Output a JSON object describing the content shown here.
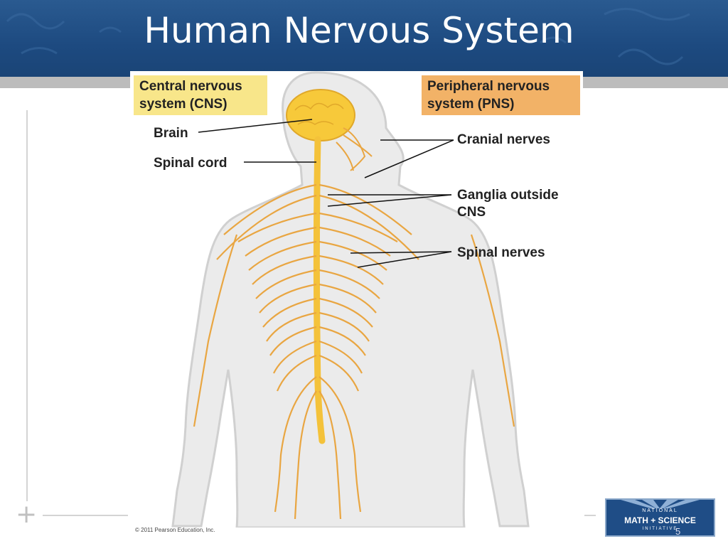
{
  "slide": {
    "title": "Human Nervous System",
    "copyright": "© 2011 Pearson Education, Inc.",
    "page_number": "5"
  },
  "diagram": {
    "cns_box": {
      "line1": "Central nervous",
      "line2": "system (CNS)"
    },
    "pns_box": {
      "line1": "Peripheral nervous",
      "line2": "system (PNS)"
    },
    "labels": {
      "brain": "Brain",
      "spinal_cord": "Spinal cord",
      "cranial_nerves": "Cranial nerves",
      "ganglia_line1": "Ganglia outside",
      "ganglia_line2": "CNS",
      "spinal_nerves": "Spinal nerves"
    }
  },
  "logo": {
    "top": "NATIONAL",
    "main": "MATH + SCIENCE",
    "bottom": "INITIATIVE"
  },
  "colors": {
    "header": "#1d4a80",
    "cns": "#f8e68a",
    "pns": "#f2b267",
    "nerve": "#e9a642",
    "brain": "#f7c93a"
  }
}
